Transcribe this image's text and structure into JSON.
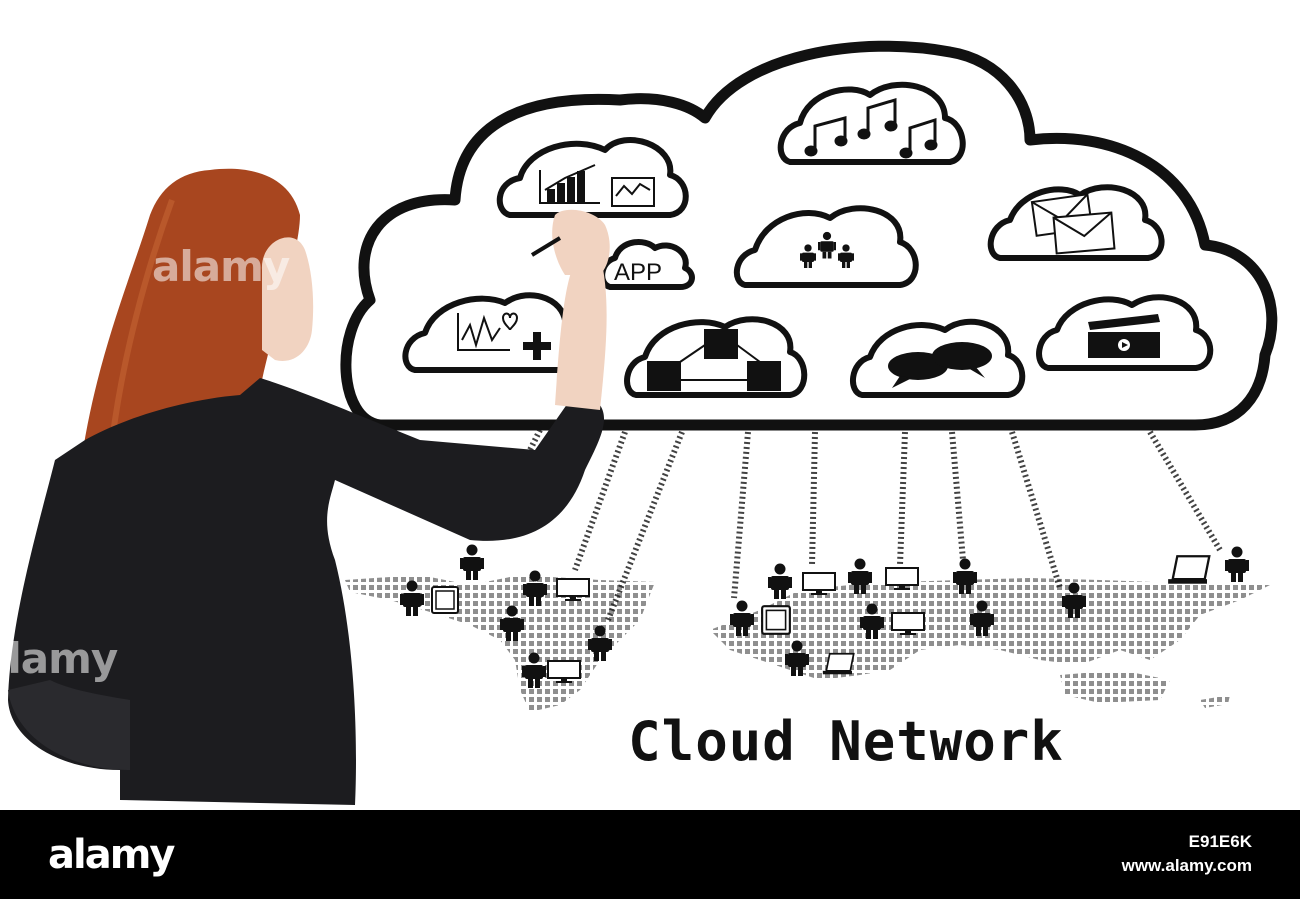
{
  "scene": {
    "headline": "Cloud Network",
    "app_cloud_label": "APP"
  },
  "watermarks": {
    "face": "alamy",
    "left_edge": "alamy"
  },
  "footer": {
    "brand": "alamy",
    "image_id": "E91E6K",
    "site": "www.alamy.com"
  },
  "colors": {
    "ink": "#111111",
    "hair": "#a8461f",
    "suit": "#1c1c1f",
    "footer_bg": "#000000"
  }
}
